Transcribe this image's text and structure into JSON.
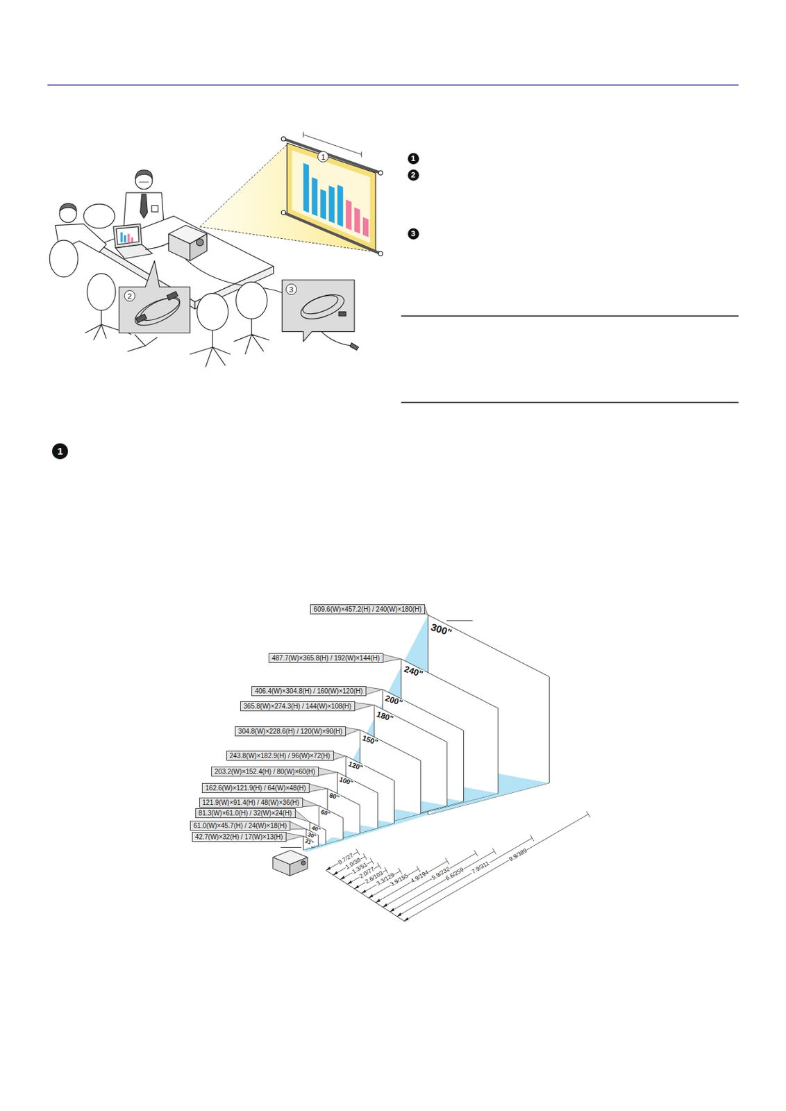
{
  "diagram": {
    "nodes": [
      {
        "text": [
          "609.6(W)×457.2(H) / 240(W)×180(H)"
        ]
      },
      {
        "text": [
          "487.7(W)×365.8(H) / 192(W)×144(H)"
        ]
      },
      {
        "text": [
          "406.4(W)×304.8(H) / 160(W)×120(H)"
        ]
      },
      {
        "text": [
          "365.8(W)×274.3(H) / 144(W)×108(H)"
        ]
      },
      {
        "text": [
          "304.8(W)×228.6(H) / 120(W)×90(H)"
        ]
      },
      {
        "text": [
          "243.8(W)×182.9(H) / 96(W)×72(H)"
        ]
      },
      {
        "text": [
          "203.2(W)×152.4(H) / 80(W)×60(H)"
        ]
      },
      {
        "text": [
          "162.6(W)×121.9(H) / 64(W)×48(H)"
        ]
      },
      {
        "text": [
          "121.9(W)×91.4(H) / 48(W)×36(H)"
        ]
      },
      {
        "text": [
          "81.3(W)×61.0(H) / 32(W)×24(H)"
        ]
      },
      {
        "text": [
          "61.0(W)×45.7(H) / 24(W)×18(H)"
        ]
      },
      {
        "text": [
          "42.7(W)×32(H) / 17(W)×13(H)"
        ]
      }
    ],
    "labels": [
      "1",
      "2",
      "3",
      "1",
      "2",
      "3",
      "1",
      "300\"",
      "240\"",
      "200\"",
      "180\"",
      "150\"",
      "120\"",
      "100\"",
      "80\"",
      "60\"",
      "40\"",
      "30\"",
      "21\"",
      "9.9/389",
      "7.9/311",
      "6.6/259",
      "5.9/232",
      "4.9/194",
      "3.9/155",
      "3.3/129",
      "2.6/103",
      "2.0/77",
      "1.3/51",
      "1.0/38",
      "0.7/27"
    ]
  }
}
